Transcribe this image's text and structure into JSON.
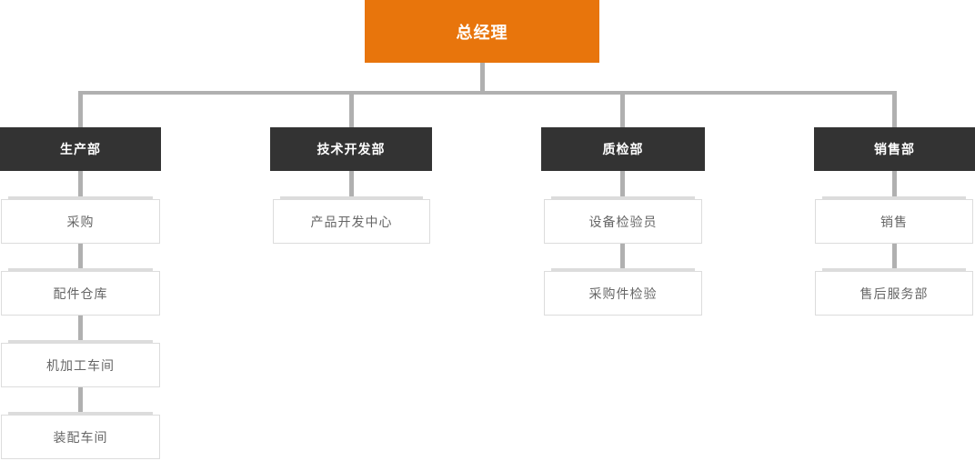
{
  "colors": {
    "accent-orange": "#E8750C",
    "dept-dark": "#333333",
    "connector-gray": "#B0B0B0",
    "leaf-border": "#DCDCDC",
    "leaf-text": "#666666"
  },
  "org": {
    "root": {
      "label": "总经理"
    },
    "departments": [
      {
        "label": "生产部",
        "children": [
          "采购",
          "配件仓库",
          "机加工车间",
          "装配车间"
        ]
      },
      {
        "label": "技术开发部",
        "children": [
          "产品开发中心"
        ]
      },
      {
        "label": "质检部",
        "children": [
          "设备检验员",
          "采购件检验"
        ]
      },
      {
        "label": "销售部",
        "children": [
          "销售",
          "售后服务部"
        ]
      }
    ]
  }
}
